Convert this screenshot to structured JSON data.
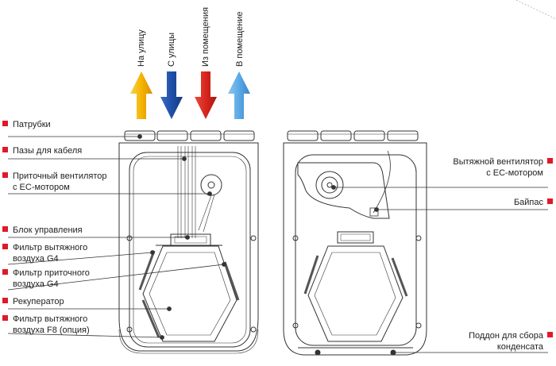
{
  "airflows": [
    {
      "label": "На улицу",
      "color": "#f5b400"
    },
    {
      "label": "С улицы",
      "color": "#1f4fa8"
    },
    {
      "label": "Из помещения",
      "color": "#d7261f"
    },
    {
      "label": "В помещение",
      "color": "#5aa9e6"
    }
  ],
  "left_labels": [
    [
      "Патрубки"
    ],
    [
      "Пазы для кабеля"
    ],
    [
      "Приточный вентилятор",
      "с EC-мотором"
    ],
    [
      "Блок управления"
    ],
    [
      "Фильтр вытяжного",
      "воздуха G4"
    ],
    [
      "Фильтр приточного",
      "воздуха G4"
    ],
    [
      "Рекуператор"
    ],
    [
      "Фильтр вытяжного",
      "воздуха F8 (опция)"
    ]
  ],
  "right_labels": [
    [
      "Вытяжной вентилятор",
      "с EC-мотором"
    ],
    [
      "Байпас"
    ],
    [
      "Поддон для сбора",
      "конденсата"
    ]
  ],
  "colors": {
    "marker": "#e0192a",
    "line": "#333333"
  }
}
